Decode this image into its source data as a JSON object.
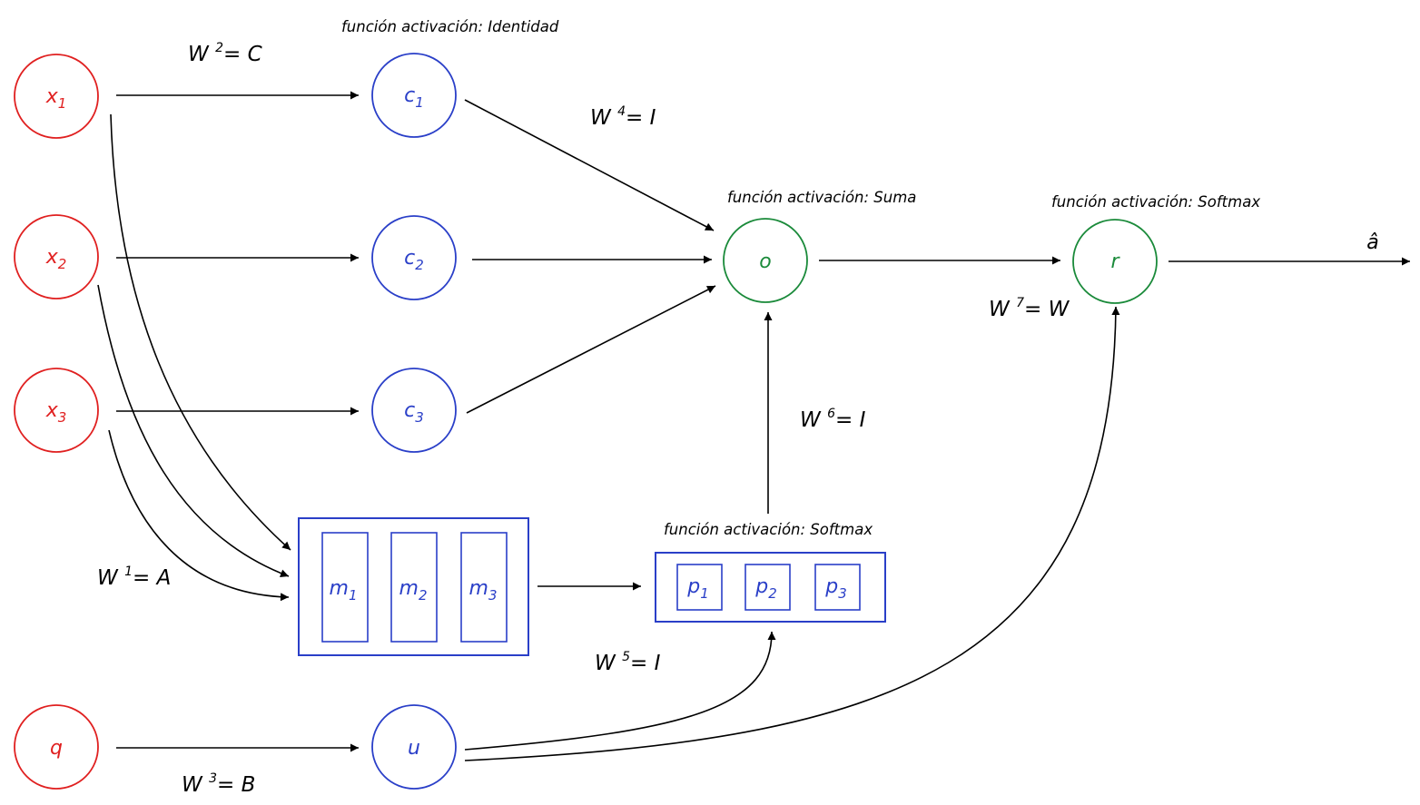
{
  "colors": {
    "input": "#e02020",
    "memory": "#2a3fc8",
    "output": "#1a8a3a",
    "edge": "#000000"
  },
  "nodes": {
    "x1": {
      "letter": "x",
      "sub": "1"
    },
    "x2": {
      "letter": "x",
      "sub": "2"
    },
    "x3": {
      "letter": "x",
      "sub": "3"
    },
    "q": {
      "letter": "q"
    },
    "c1": {
      "letter": "c",
      "sub": "1"
    },
    "c2": {
      "letter": "c",
      "sub": "2"
    },
    "c3": {
      "letter": "c",
      "sub": "3"
    },
    "u": {
      "letter": "u"
    },
    "o": {
      "letter": "o"
    },
    "r": {
      "letter": "r"
    },
    "m1": {
      "letter": "m",
      "sub": "1"
    },
    "m2": {
      "letter": "m",
      "sub": "2"
    },
    "m3": {
      "letter": "m",
      "sub": "3"
    },
    "p1": {
      "letter": "p",
      "sub": "1"
    },
    "p2": {
      "letter": "p",
      "sub": "2"
    },
    "p3": {
      "letter": "p",
      "sub": "3"
    },
    "output": {
      "label": "â"
    }
  },
  "weights": {
    "w1": {
      "base": "W ",
      "exp": "1",
      "rhs": "= A"
    },
    "w2": {
      "base": "W ",
      "exp": "2",
      "rhs": "= C"
    },
    "w3": {
      "base": "W ",
      "exp": "3",
      "rhs": "= B"
    },
    "w4": {
      "base": "W ",
      "exp": "4",
      "rhs": "= I"
    },
    "w5": {
      "base": "W ",
      "exp": "5",
      "rhs": "= I"
    },
    "w6": {
      "base": "W ",
      "exp": "6",
      "rhs": "= I"
    },
    "w7": {
      "base": "W ",
      "exp": "7",
      "rhs": "= W"
    }
  },
  "activations": {
    "c": "función activación: Identidad",
    "o": "función activación: Suma",
    "r": "función activación: Softmax",
    "p": "función activación: Softmax"
  }
}
